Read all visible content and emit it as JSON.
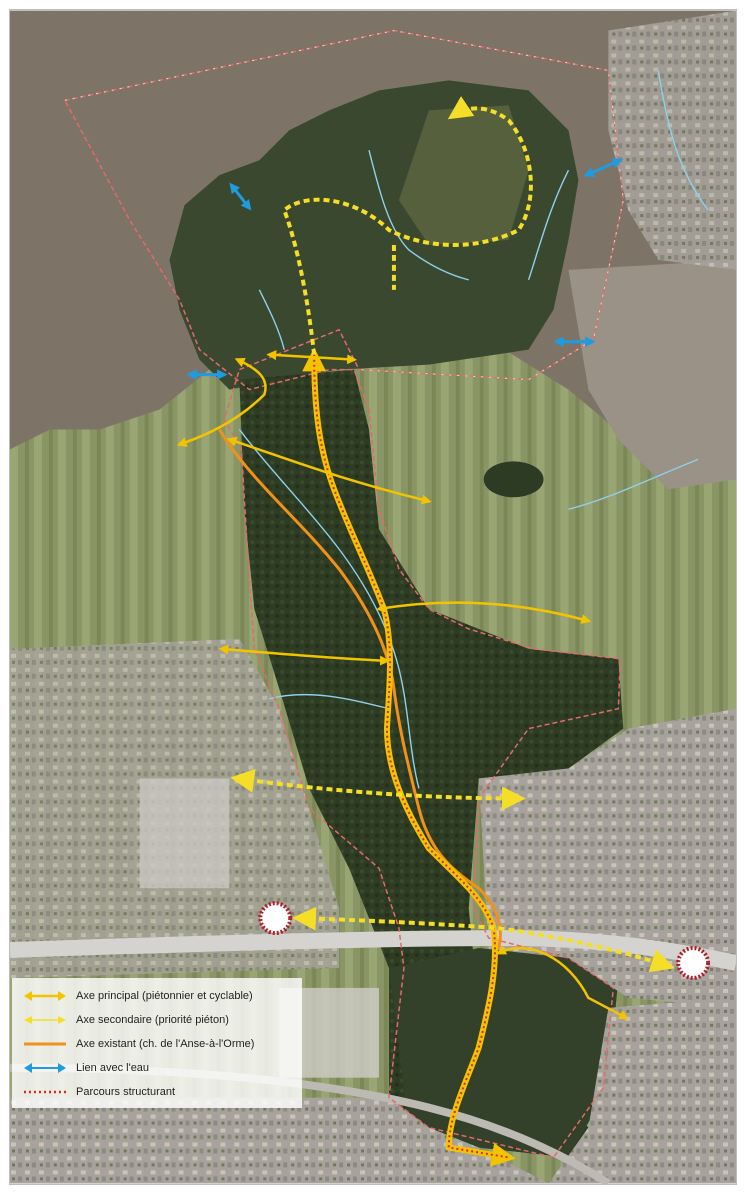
{
  "colors": {
    "primary_axis": "#f2c400",
    "secondary_axis": "#f5de28",
    "existing_axis": "#f0921a",
    "water_link": "#1f9be0",
    "structuring_route": "#d8262f",
    "boundary": "#e46a6a",
    "water": "#7e7568",
    "forest": "#2c3b22",
    "fields": "#8c9668",
    "urban": "#a4a09a",
    "stream": "#8fd0ea"
  },
  "legend": {
    "items": [
      {
        "icon": "double-arrow-yellow",
        "label": "Axe principal (piétonnier et cyclable)"
      },
      {
        "icon": "double-arrow-thin-yellow",
        "label": "Axe secondaire (priorité piéton)"
      },
      {
        "icon": "orange-line",
        "label": "Axe existant (ch. de l'Anse-à-l'Orme)"
      },
      {
        "icon": "double-arrow-blue",
        "label": "Lien avec l'eau"
      },
      {
        "icon": "red-dotted-line",
        "label": "Parcours structurant"
      }
    ]
  },
  "markers": {
    "icon": "node-marker-icon"
  }
}
